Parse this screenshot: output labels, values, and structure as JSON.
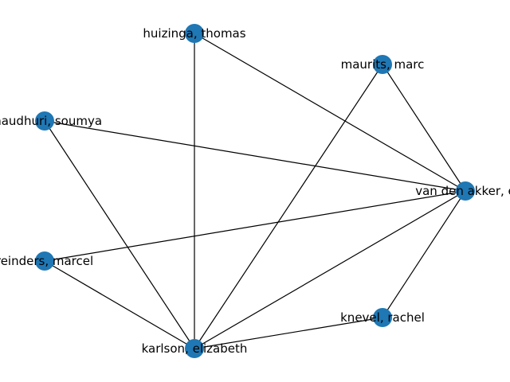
{
  "graph": {
    "node_color": "#1f77b4",
    "edge_color": "#000000",
    "nodes": [
      {
        "id": "huizinga",
        "label": "huizinga, thomas"
      },
      {
        "id": "maurits",
        "label": "maurits, marc"
      },
      {
        "id": "chaudhuri",
        "label": "chaudhuri, soumya"
      },
      {
        "id": "vandenakker",
        "label": "van den akker, e"
      },
      {
        "id": "reinders",
        "label": "reinders, marcel"
      },
      {
        "id": "knevel",
        "label": "knevel, rachel"
      },
      {
        "id": "karlsson",
        "label": "karlson, elizabeth"
      }
    ],
    "edges": [
      [
        "huizinga",
        "karlsson"
      ],
      [
        "huizinga",
        "vandenakker"
      ],
      [
        "maurits",
        "karlsson"
      ],
      [
        "maurits",
        "vandenakker"
      ],
      [
        "chaudhuri",
        "karlsson"
      ],
      [
        "chaudhuri",
        "vandenakker"
      ],
      [
        "reinders",
        "karlsson"
      ],
      [
        "reinders",
        "vandenakker"
      ],
      [
        "knevel",
        "karlsson"
      ],
      [
        "knevel",
        "vandenakker"
      ],
      [
        "karlsson",
        "vandenakker"
      ]
    ]
  }
}
